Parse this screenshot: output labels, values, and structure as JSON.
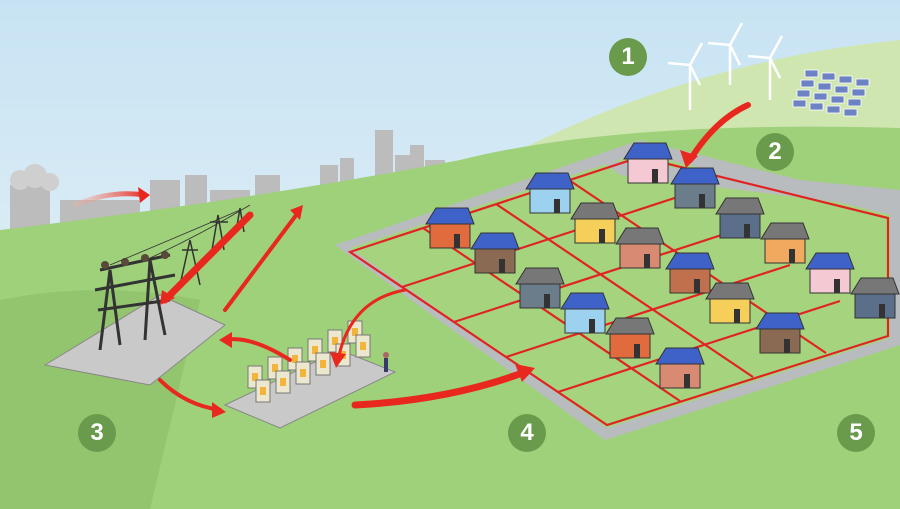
{
  "diagram": {
    "steps": [
      {
        "number": "1"
      },
      {
        "number": "2"
      },
      {
        "number": "3"
      },
      {
        "number": "4"
      },
      {
        "number": "5"
      }
    ],
    "colors": {
      "badge": "#6a9a4c",
      "grass": "#9fd07a",
      "sky": "#dcecf6",
      "power_line": "#e02424",
      "road": "#b9bcbf"
    }
  }
}
